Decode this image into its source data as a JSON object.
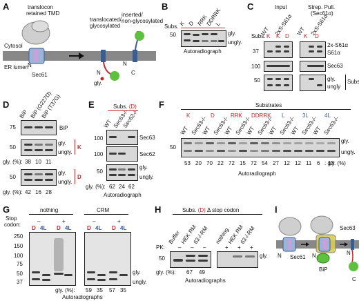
{
  "panelA": {
    "letter": "A",
    "label_translocon": "translocon",
    "label_retained": "retained TMD",
    "label_translocated": "translocated/",
    "label_glycosylated": "glycosylated",
    "label_inserted": "inserted/",
    "label_nonglyc": "non-glycosylated",
    "cytosol": "Cytosol",
    "er_lumen": "ER lumen",
    "sec61": "Sec61",
    "N": "N",
    "C": "C",
    "gly": "gly."
  },
  "panelB": {
    "letter": "B",
    "subs": "Subs.",
    "lanes": [
      "K",
      "D",
      "RRK",
      "DDRRK",
      "L"
    ],
    "mw": "50",
    "gly": "gly.",
    "ungly": "ungly.",
    "caption": "Autoradiograph"
  },
  "panelC": {
    "letter": "C",
    "input": "Input",
    "strep": "Strep. Pull.",
    "strep2": "(Sec61α)",
    "lanes": [
      "WT",
      "2xS-S61α"
    ],
    "subs": "Subs.",
    "subs_lanes": [
      "K",
      "K",
      "D",
      "K",
      "D"
    ],
    "mw": [
      "37",
      "100",
      "50"
    ],
    "labels": [
      "2x-S61α",
      "S61α",
      "Sec63",
      "gly.",
      "ungly"
    ],
    "subs_side": "Subs."
  },
  "panelD": {
    "letter": "D",
    "lanes": [
      "BiP",
      "BiP (G227D)",
      "BiP (T37G)"
    ],
    "mw": [
      "75",
      "50",
      "50"
    ],
    "bip": "BiP",
    "K": "K",
    "D": "D",
    "gly": "gly.",
    "ungly": "ungly.",
    "gly_pct_label": "gly. (%):",
    "K_vals": [
      "38",
      "10",
      "11"
    ],
    "D_vals": [
      "42",
      "16",
      "28"
    ]
  },
  "panelE": {
    "letter": "E",
    "subs": "Subs.",
    "subs_D": "(D)",
    "lanes": [
      "WT",
      "Sec63-/-",
      "Sec62-/-"
    ],
    "mw": [
      "100",
      "100",
      "50"
    ],
    "labels": [
      "Sec63",
      "Sec62",
      "gly.",
      "ungly."
    ],
    "gly_pct_label": "gly. (%):",
    "vals": [
      "62",
      "24",
      "62"
    ],
    "caption": "Autoradiograph"
  },
  "panelF": {
    "letter": "F",
    "title": "Substrates",
    "groups": [
      "K",
      "D",
      "RRK",
      "DDRRK",
      "L",
      "3L",
      "4L"
    ],
    "lanes": [
      "WT",
      "Sec63-/-"
    ],
    "mw": "50",
    "gly": "gly.",
    "ungly": "ungly.",
    "vals": [
      "53",
      "20",
      "70",
      "22",
      "72",
      "15",
      "72",
      "54",
      "27",
      "12",
      "12",
      "11",
      "6",
      "13"
    ],
    "gly_pct_label": ": gly. (%)",
    "caption": "Autoradiograph"
  },
  "panelG": {
    "letter": "G",
    "nothing": "nothing",
    "crm": "CRM",
    "stop": "Stop",
    "codon": "codon:",
    "minus": "–",
    "plus": "+",
    "lanes": [
      "D",
      "4L",
      "D",
      "4L"
    ],
    "mw": [
      "250",
      "150",
      "100",
      "75",
      "50",
      "37"
    ],
    "gly": "gly.",
    "ungly": "ungly.",
    "gly_pct_label": "gly. (%):",
    "vals": [
      "59",
      "35",
      "57",
      "35"
    ],
    "caption": "Autoradiographs"
  },
  "panelH": {
    "letter": "H",
    "title": "Subs.",
    "title_D": "(D)",
    "title_rest": "Δ stop codon",
    "lanes1": [
      "Buffer",
      "HEK RM",
      "63-/-RM"
    ],
    "lanes2": [
      "nothing",
      "HEK RM",
      "63-/-RM"
    ],
    "pk": "PK:",
    "minus": "–",
    "plus": "+",
    "mw": "50",
    "gly": "gly.",
    "gly_pct_label": "gly. (%):",
    "vals": [
      "67",
      "49"
    ],
    "caption": "Autoradiographs"
  },
  "panelI": {
    "letter": "I",
    "sec61": "Sec61",
    "sec63": "Sec63",
    "bip": "BiP",
    "N": "N",
    "C": "C"
  },
  "colors": {
    "red": "#c1272d",
    "blue": "#2f5fa8",
    "membrane": "#777777",
    "tmd": "#c9a0dc",
    "ribosome": "#cfcfcf",
    "green": "#5fbf3f"
  }
}
